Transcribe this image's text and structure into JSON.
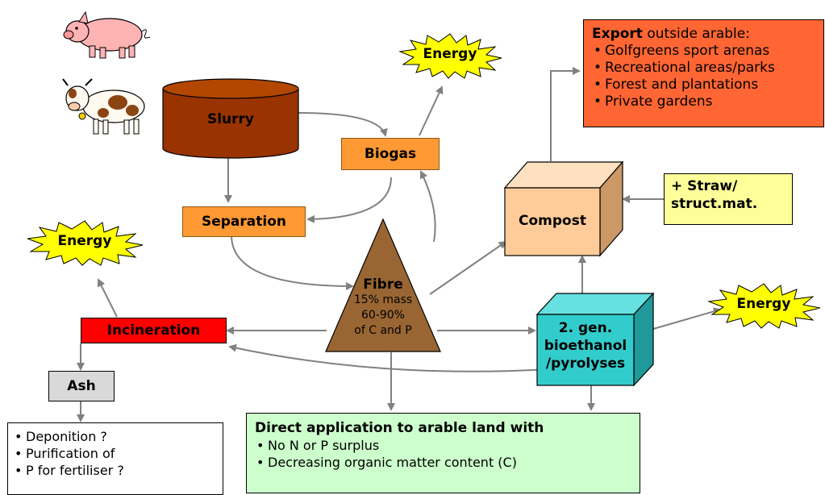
{
  "nodes": {
    "slurry": "Slurry",
    "biogas": "Biogas",
    "separation": "Separation",
    "compost": "Compost",
    "incineration": "Incineration",
    "ash": "Ash",
    "straw_line1": "+ Straw/",
    "straw_line2": "struct.mat.",
    "fibre_title": "Fibre",
    "fibre_l1": "15% mass",
    "fibre_l2": "60-90%",
    "fibre_l3": "of C and P",
    "bioethanol_l1": "2. gen.",
    "bioethanol_l2": "bioethanol",
    "bioethanol_l3": "/pyrolyses"
  },
  "energy_label": "Energy",
  "export": {
    "title_bold": "Export",
    "title_rest": " outside arable:",
    "items": [
      "Golfgreens sport arenas",
      "Recreational areas/parks",
      "Forest and plantations",
      "Private gardens"
    ]
  },
  "ash_outcomes": {
    "items": [
      "Deponition ?",
      "Purification of",
      "P for fertiliser ?"
    ]
  },
  "direct_application": {
    "title": "Direct application to arable land with",
    "items": [
      "No N or P surplus",
      "Decreasing organic matter content (C)"
    ]
  },
  "animals": [
    "pig",
    "cow"
  ],
  "colors": {
    "slurry": "#993300",
    "orange_box": "#ff9933",
    "compost": "#ffcc99",
    "fibre": "#996633",
    "bioethanol": "#33cccc",
    "incineration": "#ff0000",
    "ash": "#d9d9d9",
    "energy_burst": "#ffff00",
    "export_box": "#ff6633",
    "straw_box": "#ffff99",
    "direct_box": "#ccffcc",
    "arrow": "#808080"
  }
}
